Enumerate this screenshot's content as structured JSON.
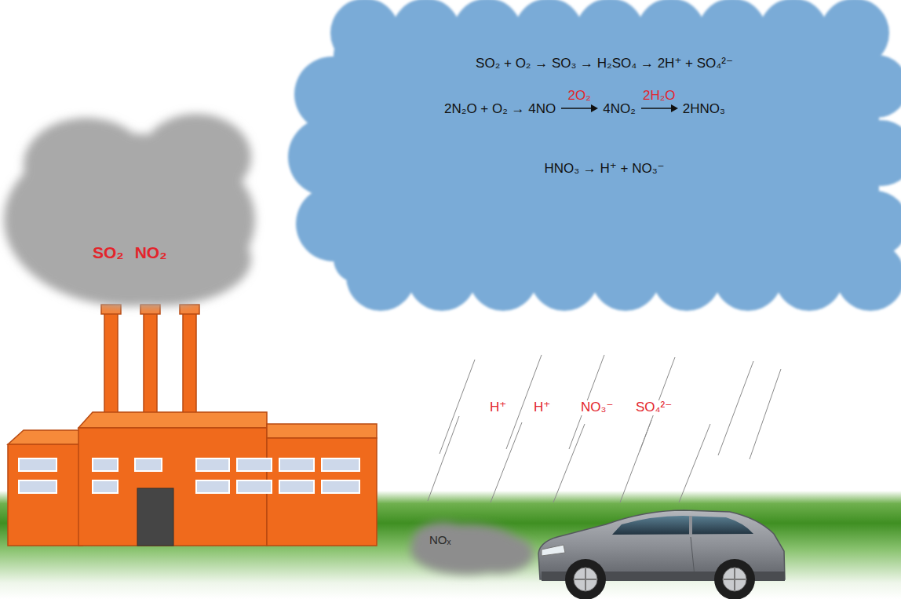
{
  "diagram": {
    "nodes": [
      {
        "text": [
          "SO₂ + O₂ → SO₃ → H₂SO₄ → 2H⁺ + SO₄²⁻",
          "2N₂O + O₂ → 4NO",
          "2O₂",
          "4NO₂",
          "2H₂O",
          "2HNO₃",
          "HNO₃ → H⁺ + NO₃⁻"
        ]
      },
      {
        "text": [
          "SO₂",
          "NO₂"
        ]
      },
      {
        "text": [
          "NOₓ"
        ]
      }
    ],
    "labels": [
      "H⁺",
      "H⁺",
      "NO₃⁻",
      "SO₄²⁻"
    ]
  }
}
